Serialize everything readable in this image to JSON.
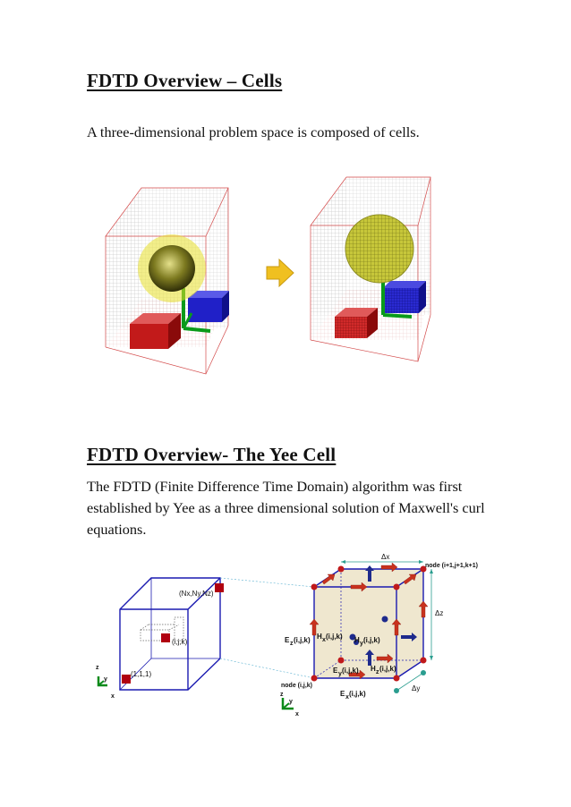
{
  "section1": {
    "heading": "FDTD Overview – Cells",
    "text": "A three-dimensional problem space is composed of cells."
  },
  "section2": {
    "heading": "FDTD Overview- The Yee Cell",
    "text": "The FDTD (Finite Difference Time Domain) algorithm was first established by Yee as a three dimensional solution of Maxwell's curl equations."
  },
  "figure2": {
    "grid_labels": {
      "corner_max": "(Nx,Ny,Nz)",
      "center": "(i,j,k)",
      "origin": "(1,1,1)"
    },
    "axes_small": {
      "x": "x",
      "y": "y",
      "z": "z"
    },
    "yee_labels": {
      "delta_x": "Δx",
      "delta_y": "Δy",
      "delta_z": "Δz",
      "node_top": "node (i+1,j+1,k+1)",
      "node_bottom": "node (i,j,k)",
      "ez": "E",
      "ez_sub": "z",
      "ez_idx": "(i,j,k)",
      "hx": "H",
      "hx_sub": "x",
      "hx_idx": "(i,j,k)",
      "hy": "H",
      "hy_sub": "y",
      "hy_idx": "(i,j,k)",
      "ey": "E",
      "ey_sub": "y",
      "ey_idx": "(i,j,k)",
      "hz": "H",
      "hz_sub": "z",
      "hz_idx": "(i,j,k)",
      "ex": "E",
      "ex_sub": "x",
      "ex_idx": "(i,j,k)"
    },
    "colors": {
      "cube_edge": "#1a1ab0",
      "cell": "#b00010",
      "e_arrow": "#c8321e",
      "h_arrow": "#1e2a8c",
      "axis_green": "#0a8a1a",
      "beige": "#efe7cf",
      "teal": "#2a9d8f"
    }
  }
}
